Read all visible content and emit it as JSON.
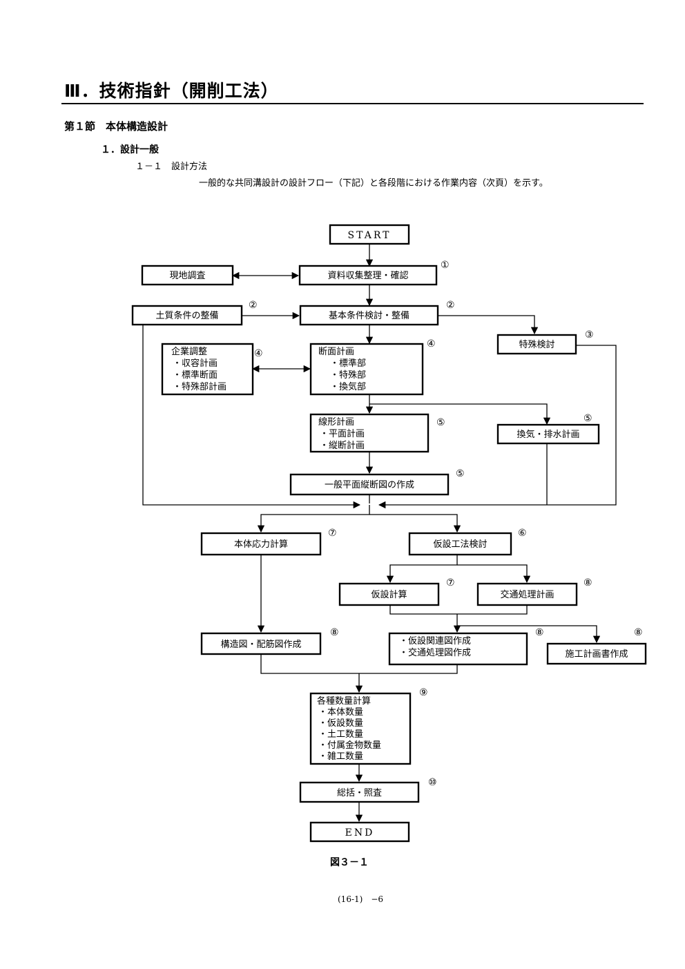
{
  "page": {
    "title": "Ⅲ．技術指針（開削工法）",
    "section": "第１節　本体構造設計",
    "subsection": "１．設計一般",
    "item": "１－１　設計方法",
    "paragraph": "一般的な共同溝設計の設計フロー（下記）と各段階における作業内容（次頁）を示す。",
    "figure_caption": "図３－１",
    "page_number": "(16-1)　−6"
  },
  "flow": {
    "start": "START",
    "end": "END",
    "field_survey": "現地調査",
    "data_collection": {
      "label": "資料収集整理・確認",
      "num": "①"
    },
    "soil_conditions": {
      "label": "土質条件の整備",
      "num": "②"
    },
    "basic_conditions": {
      "label": "基本条件検討・整備",
      "num": "②"
    },
    "special_study": {
      "label": "特殊検討",
      "num": "③"
    },
    "coordination": {
      "lines": [
        "企業調整",
        "・収容計画",
        "・標準断面",
        "・特殊部計画"
      ],
      "num": "④"
    },
    "section_plan": {
      "lines": [
        "断面計画",
        "・標準部",
        "・特殊部",
        "・換気部"
      ],
      "num": "④"
    },
    "alignment_plan": {
      "lines": [
        "線形計画",
        "・平面計画",
        "・縦断計画"
      ],
      "num": "⑤"
    },
    "ventilation_plan": {
      "label": "換気・排水計画",
      "num": "⑤"
    },
    "general_drawing": {
      "label": "一般平面縦断図の作成",
      "num": "⑤"
    },
    "stress_calc": {
      "label": "本体応力計算",
      "num": "⑦"
    },
    "temp_method": {
      "label": "仮設工法検討",
      "num": "⑥"
    },
    "temp_calc": {
      "label": "仮設計算",
      "num": "⑦"
    },
    "traffic_plan": {
      "label": "交通処理計画",
      "num": "⑧"
    },
    "structure_drawing": {
      "label": "構造図・配筋図作成",
      "num": "⑧"
    },
    "temp_drawings": {
      "lines": [
        "・仮設関連図作成",
        "・交通処理図作成"
      ],
      "num": "⑧"
    },
    "construction_plan": {
      "label": "施工計画書作成",
      "num": "⑧"
    },
    "quantity_calc": {
      "lines": [
        "各種数量計算",
        "・本体数量",
        "・仮設数量",
        "・土工数量",
        "・付属金物数量",
        "・雑工数量"
      ],
      "num": "⑨"
    },
    "summary": {
      "label": "総括・照査",
      "num": "⑩"
    }
  }
}
